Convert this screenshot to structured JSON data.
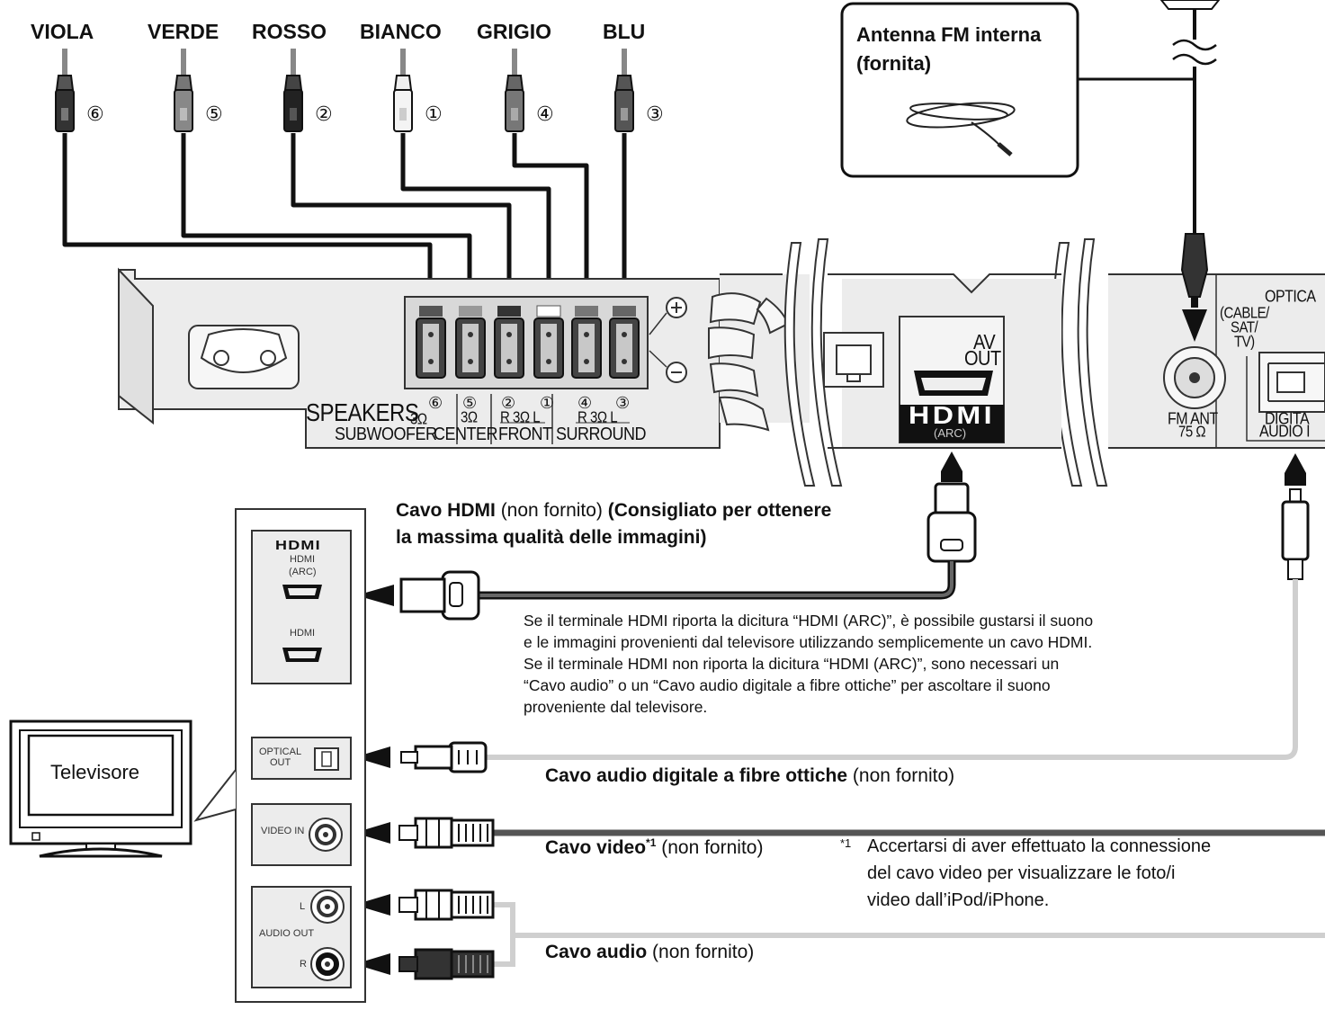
{
  "speaker_cables": {
    "colors": [
      {
        "label": "VIOLA",
        "number": "⑥"
      },
      {
        "label": "VERDE",
        "number": "⑤"
      },
      {
        "label": "ROSSO",
        "number": "②"
      },
      {
        "label": "BIANCO",
        "number": "①"
      },
      {
        "label": "GRIGIO",
        "number": "④"
      },
      {
        "label": "BLU",
        "number": "③"
      }
    ]
  },
  "antenna": {
    "title_line1": "Antenna FM interna",
    "title_line2": "(fornita)"
  },
  "unit": {
    "speakers_title": "SPEAKERS",
    "terminals": [
      {
        "num": "⑥",
        "imp": "3Ω"
      },
      {
        "num": "⑤",
        "imp": "3Ω"
      },
      {
        "num": "②",
        "imp": "R"
      },
      {
        "num": "①",
        "imp": "3ΩL"
      },
      {
        "num": "④",
        "imp": "R 3ΩL"
      },
      {
        "num": "③",
        "imp": ""
      }
    ],
    "group_labels": {
      "subwoofer": "SUBWOOFER",
      "center": "CENTER",
      "front": "FRONT",
      "surround": "SURROUND"
    },
    "front_imp": "R 3Ω L",
    "surround_imp": "R 3Ω L",
    "sub_imp": "3Ω",
    "center_imp": "3Ω",
    "av_out_line1": "AV",
    "av_out_line2": "OUT",
    "hdmi_logo": "HDMI",
    "hdmi_arc": "(ARC)",
    "fm_ant": "FM ANT",
    "fm_ohm": "75 Ω",
    "optical_label": "OPTICA",
    "cable_sat_tv": [
      "(CABLE/",
      "SAT/",
      "TV)"
    ],
    "digital_audio": [
      "DIGITA",
      "AUDIO I"
    ]
  },
  "tv": {
    "label": "Televisore",
    "hdmi_logo": "HDMI",
    "hdmi_arc_line1": "HDMI",
    "hdmi_arc_line2": "(ARC)",
    "hdmi_plain": "HDMI",
    "optical_out_line1": "OPTICAL",
    "optical_out_line2": "OUT",
    "video_in": "VIDEO IN",
    "audio_out": "AUDIO OUT",
    "audio_l": "L",
    "audio_r": "R"
  },
  "cables": {
    "hdmi_bold": "Cavo HDMI",
    "hdmi_normal": " (non fornito) ",
    "hdmi_bold2": "(Consigliato per ottenere",
    "hdmi_line2": "la massima qualità delle immagini)",
    "hdmi_note": [
      "Se il terminale HDMI riporta la dicitura “HDMI (ARC)”, è possibile gustarsi il suono",
      "e le immagini provenienti dal televisore utilizzando semplicemente un cavo HDMI.",
      "Se il terminale HDMI non riporta la dicitura “HDMI (ARC)”, sono necessari un",
      "“Cavo audio” o un “Cavo audio digitale a fibre ottiche” per ascoltare il suono",
      "proveniente dal televisore."
    ],
    "optical_bold": "Cavo audio digitale a fibre ottiche",
    "optical_normal": " (non fornito)",
    "video_bold": "Cavo video",
    "video_sup": "*1",
    "video_normal": " (non fornito)",
    "footnote_mark": "*1",
    "footnote": [
      "Accertarsi di aver effettuato la connessione",
      "del cavo video per visualizzare le foto/i",
      "video dall’iPod/iPhone."
    ],
    "audio_bold": "Cavo audio",
    "audio_normal": " (non fornito)"
  },
  "colors": {
    "ink": "#111111",
    "unit_gray": "#e6e6e6",
    "cable_gray": "#cfcfcf",
    "hdmi_cable": "#555555"
  }
}
